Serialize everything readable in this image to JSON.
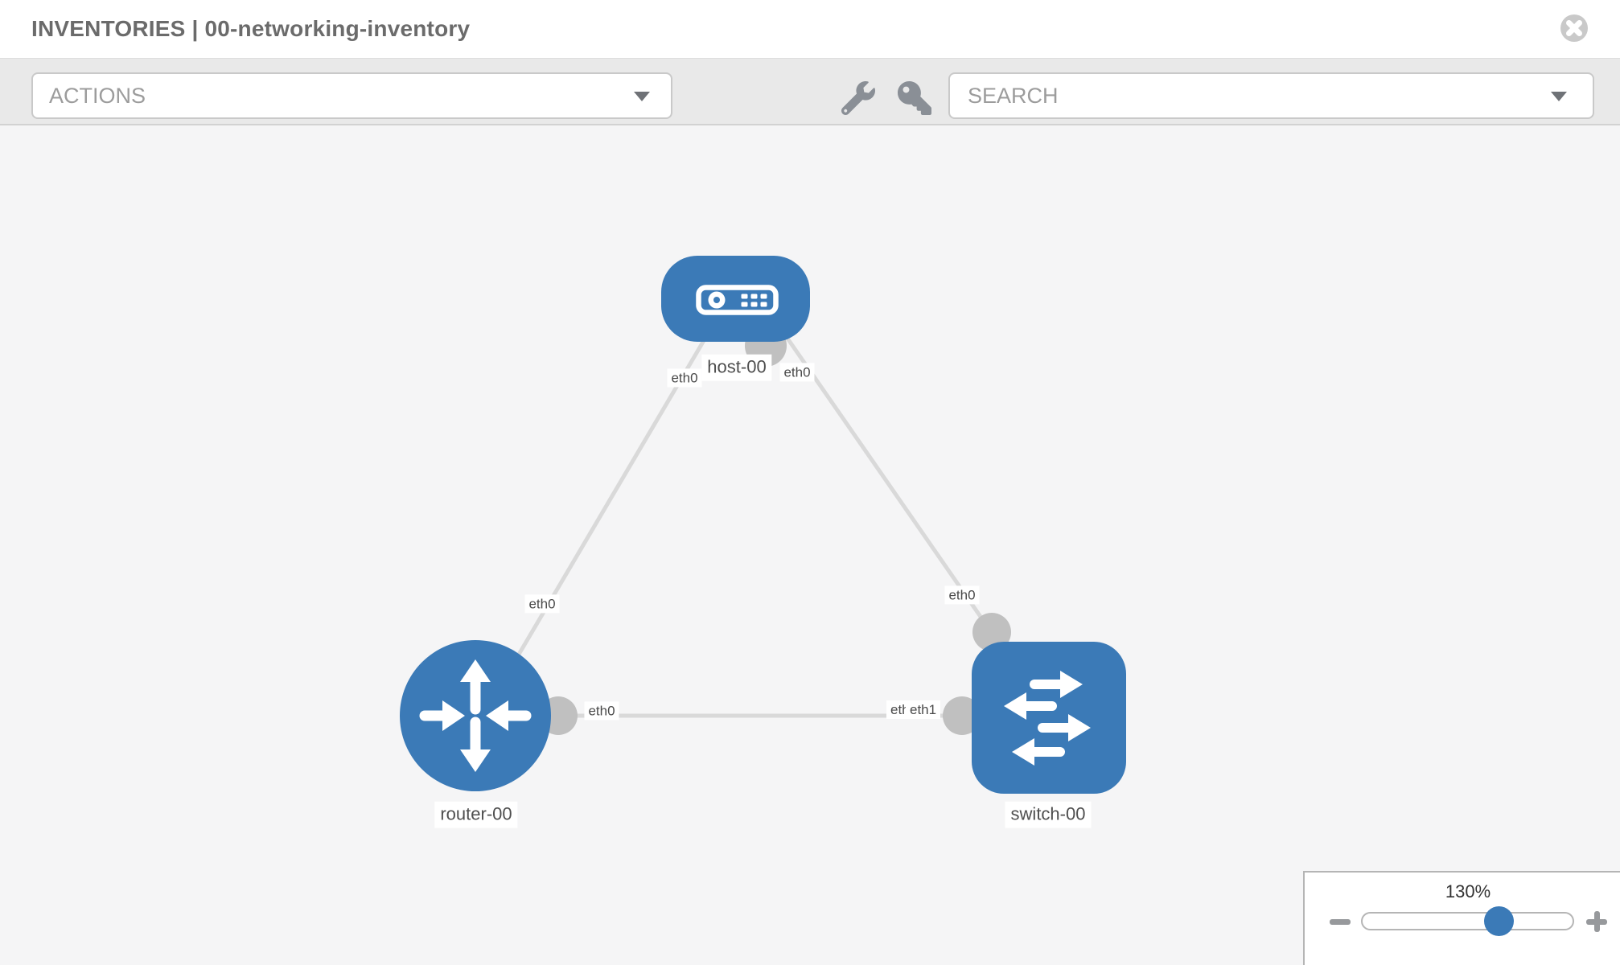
{
  "header": {
    "title": "INVENTORIES | 00-networking-inventory"
  },
  "toolbar": {
    "actions_dropdown": {
      "label": "ACTIONS"
    },
    "search_dropdown": {
      "label": "SEARCH"
    },
    "icons": [
      "wrench-icon",
      "key-icon"
    ]
  },
  "topology": {
    "nodes": [
      {
        "id": "host-00",
        "type": "host",
        "label": "host-00"
      },
      {
        "id": "router-00",
        "type": "router",
        "label": "router-00"
      },
      {
        "id": "switch-00",
        "type": "switch",
        "label": "switch-00"
      }
    ],
    "links": [
      {
        "from": "host-00",
        "to": "router-00",
        "from_label": "eth0",
        "to_label": "eth0"
      },
      {
        "from": "host-00",
        "to": "switch-00",
        "from_label": "eth0",
        "to_label": "eth0"
      },
      {
        "from": "router-00",
        "to": "switch-00",
        "from_label": "eth0",
        "to_label": "eth1"
      }
    ],
    "overlapped_label": "eth0"
  },
  "zoom_control": {
    "level": "130%",
    "icons": [
      "minus-icon",
      "plus-icon"
    ]
  },
  "colors": {
    "node_blue": "#3b7ab7",
    "link_gray": "#d9d9d9",
    "connector_gray": "#c0c0c0",
    "canvas_bg": "#f5f5f6",
    "toolbar_bg": "#e9e9e9"
  }
}
